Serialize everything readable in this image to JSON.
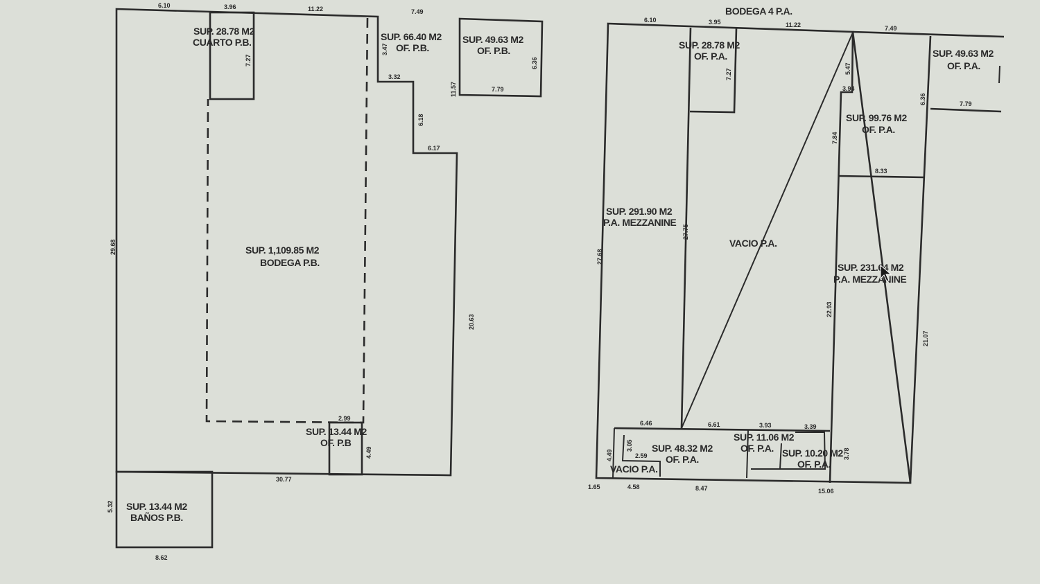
{
  "sheet_left": {
    "rooms": {
      "cuarto": {
        "area": "SUP. 28.78 M2",
        "name": "CUARTO P.B."
      },
      "of_a": {
        "area": "SUP. 66.40 M2",
        "name": "OF. P.B."
      },
      "of_b": {
        "area": "SUP. 49.63 M2",
        "name": "OF. P.B."
      },
      "bodega": {
        "area": "SUP. 1,109.85 M2",
        "name": "BODEGA P.B."
      },
      "of_small": {
        "area": "SUP. 13.44 M2",
        "name": "OF. P.B"
      },
      "banos": {
        "area": "SUP. 13.44 M2",
        "name": "BAÑOS P.B."
      }
    },
    "dims": {
      "top_a": "6.10",
      "top_b": "3.96",
      "top_c": "11.22",
      "top_d": "7.49",
      "cuarto_side": "7.27",
      "of_a_side": "3.47",
      "of_a_step": "3.32",
      "of_a_inner": "6.18",
      "of_a_right": "11.57",
      "of_a_bottom": "6.17",
      "of_b_bottom": "7.79",
      "of_b_side": "6.36",
      "left_total": "29.68",
      "right_total": "20.63",
      "bottom_total": "30.77",
      "of_small_top": "2.99",
      "of_small_side": "4.49",
      "banos_side": "5.32",
      "banos_bottom": "8.62"
    }
  },
  "sheet_right": {
    "title": "BODEGA 4  P.A.",
    "rooms": {
      "of_top": {
        "area": "SUP. 28.78 M2",
        "name": "OF. P.A."
      },
      "of_far": {
        "area": "SUP. 49.63 M2",
        "name": "OF. P.A."
      },
      "of_99": {
        "area": "SUP. 99.76 M2",
        "name": "OF. P.A."
      },
      "mezz_left": {
        "area": "SUP. 291.90 M2",
        "name": "P.A. MEZZANINE"
      },
      "vacio": {
        "name": "VACIO P.A."
      },
      "mezz_right": {
        "area": "SUP. 231.64 M2",
        "name": "P.A. MEZZANINE"
      },
      "of_48": {
        "area": "SUP. 48.32 M2",
        "name": "OF. P.A."
      },
      "of_11": {
        "area": "SUP. 11.06 M2",
        "name": "OF. P.A."
      },
      "of_10": {
        "area": "SUP. 10.20 M2",
        "name": "OF. P.A."
      },
      "vacio_small": {
        "name": "VACIO P.A."
      }
    },
    "dims": {
      "top_a": "6.10",
      "top_b": "3.95",
      "top_c": "11.22",
      "top_d": "7.49",
      "of_top_side": "7.27",
      "mid_a": "5.47",
      "mid_b": "3.94",
      "right_side": "6.36",
      "far_bottom": "7.79",
      "of_99_bottom": "8.33",
      "of_99_side": "7.84",
      "mezz_left_side": "27.75",
      "left_total": "27.68",
      "mezz_right_side": "22.93",
      "right_total": "21.07",
      "bot_a": "6.46",
      "bot_b": "6.61",
      "bot_c": "3.93",
      "bot_d": "3.39",
      "left_small": "4.49",
      "left_small_b": "3.05",
      "inner_small": "2.59",
      "side_small": "3.78",
      "bottom_a": "1.65",
      "bottom_b": "4.58",
      "bottom_c": "8.47",
      "bottom_d": "15.06"
    }
  }
}
